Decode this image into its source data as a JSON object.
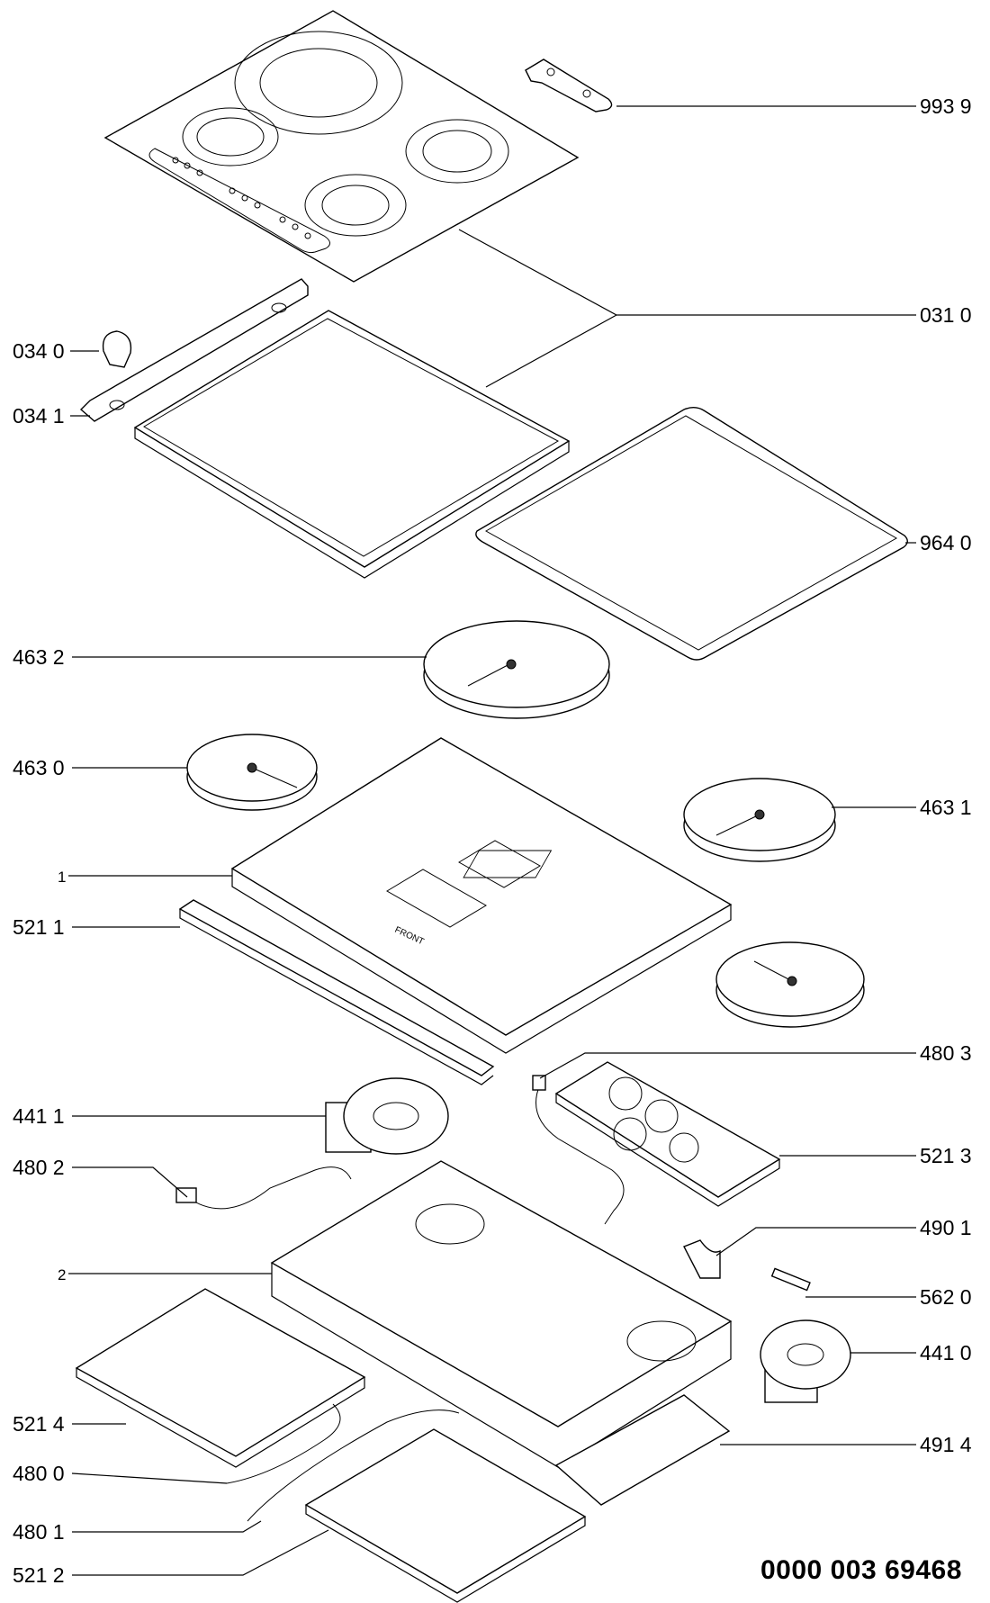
{
  "labels": {
    "p993_9": "993 9",
    "p031_0": "031 0",
    "p034_0": "034 0",
    "p034_1": "034 1",
    "p964_0": "964 0",
    "p463_2": "463 2",
    "p463_0": "463 0",
    "p463_1": "463 1",
    "p1": "1",
    "p521_1": "521 1",
    "p480_3": "480 3",
    "p441_1": "441 1",
    "p521_3": "521 3",
    "p480_2": "480 2",
    "p490_1": "490 1",
    "p2": "2",
    "p562_0": "562 0",
    "p441_0": "441 0",
    "p521_4": "521 4",
    "p491_4": "491 4",
    "p480_0": "480 0",
    "p480_1": "480 1",
    "p521_2": "521 2"
  },
  "panel_text": "FRONT",
  "document_number": "0000 003 69468"
}
